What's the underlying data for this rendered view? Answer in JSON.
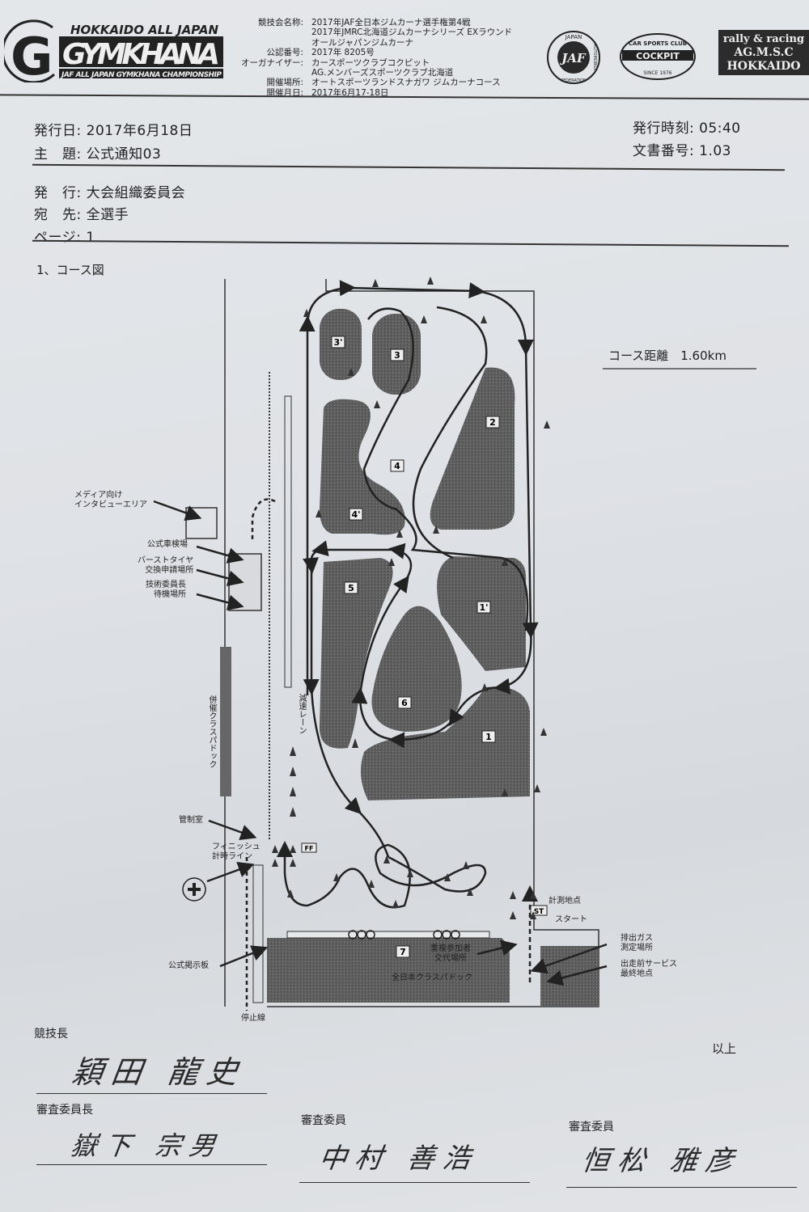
{
  "header": {
    "logo": {
      "line1": "HOKKAIDO ALL JAPAN",
      "line2": "GYMKHANA",
      "line3": "JAF ALL JAPAN GYMKHANA CHAMPIONSHIP"
    },
    "info": [
      {
        "label": "競技会名称:",
        "values": [
          "2017年JAF全日本ジムカーナ選手権第4戦",
          "2017年JMRC北海道ジムカーナシリーズ EXラウンド",
          "オールジャパンジムカーナ"
        ]
      },
      {
        "label": "公認番号:",
        "values": [
          "2017年 8205号"
        ]
      },
      {
        "label": "オーガナイザー:",
        "values": [
          "カースポーツクラブコクピット",
          "AG.メンバーズスポーツクラブ北海道"
        ]
      },
      {
        "label": "開催場所:",
        "values": [
          "オートスポーツランドスナガワ ジムカーナコース"
        ]
      },
      {
        "label": "開催月日:",
        "values": [
          "2017年6月17-18日"
        ]
      }
    ],
    "badges": {
      "jaf": {
        "top": "JAPAN",
        "mark": "JAF",
        "side": "AUTOMOBILE",
        "bottom": "FEDERATION"
      },
      "cockpit": {
        "top": "CAR SPORTS CLUB",
        "name": "COCKPIT",
        "since": "SINCE 1976"
      },
      "agmsc": {
        "line1": "rally & racing",
        "line2": "AG.M.S.C",
        "line3": "HOKKAIDO"
      }
    }
  },
  "notice": {
    "issue_date": "発行日: 2017年6月18日",
    "subject": "主　題: 公式通知03",
    "issue_time": "発行時刻: 05:40",
    "doc_number": "文書番号: 1.03",
    "issuer": "発　行: 大会組織委員会",
    "recipient": "宛　先: 全選手",
    "page": "ページ: 1",
    "section": "1、コース図"
  },
  "map": {
    "distance": "コース距離　1.60km",
    "labels": {
      "media": [
        "メディア向け",
        "インタビューエリア"
      ],
      "inspection": "公式車検場",
      "burst": [
        "バーストタイヤ",
        "交換申請場所"
      ],
      "tech": [
        "技術委員長",
        "待機場所"
      ],
      "paddock_side": "併催クラスパドック",
      "decel": "減速レーン",
      "control": "管制室",
      "finish": [
        "フィニッシュ",
        "計時ライン"
      ],
      "board": "公式掲示板",
      "stop": "停止線",
      "measure": "計測地点",
      "start_badge": "ST",
      "start": "スタート",
      "ff": "FF",
      "exhaust": [
        "排出ガス",
        "測定場所"
      ],
      "service": [
        "出走前サービス",
        "最終地点"
      ],
      "driver_change": [
        "重複参加者",
        "交代場所"
      ],
      "paddock_main": "全日本クラスパドック"
    },
    "islands": [
      "3'",
      "3",
      "2",
      "4",
      "4'",
      "5",
      "1'",
      "6",
      "1",
      "7"
    ]
  },
  "signatures": {
    "clerk_role": "競技長",
    "clerk_name": "穎田 龍史",
    "closing": "以上",
    "chief_steward_role": "審査委員長",
    "chief_steward_name": "嶽下 宗男",
    "steward1_role": "審査委員",
    "steward1_name": "中村 善浩",
    "steward2_role": "審査委員",
    "steward2_name": "恒松 雅彦"
  }
}
